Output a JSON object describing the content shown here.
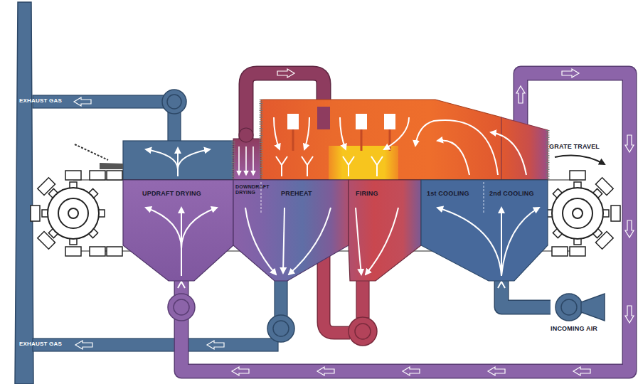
{
  "diagram": {
    "nodes": [
      {
        "text": [
          "UPDRAFT DRYING"
        ]
      },
      {
        "text": [
          "DOWNDRAFT DRYING",
          "PREHEAT"
        ]
      },
      {
        "text": [
          "FIRING"
        ]
      },
      {
        "text": [
          "1st COOLING",
          "2nd COOLING"
        ]
      },
      {
        "text": [
          "INCOMING AIR"
        ]
      }
    ],
    "edges": [
      {
        "from": 4,
        "to": 3,
        "arrow": "to"
      },
      {
        "from": 3,
        "to": 0,
        "arrow": "to"
      }
    ],
    "labels": [
      "EXHAUST GAS",
      "GRATE TRAVEL",
      "EXHAUST GAS"
    ]
  }
}
